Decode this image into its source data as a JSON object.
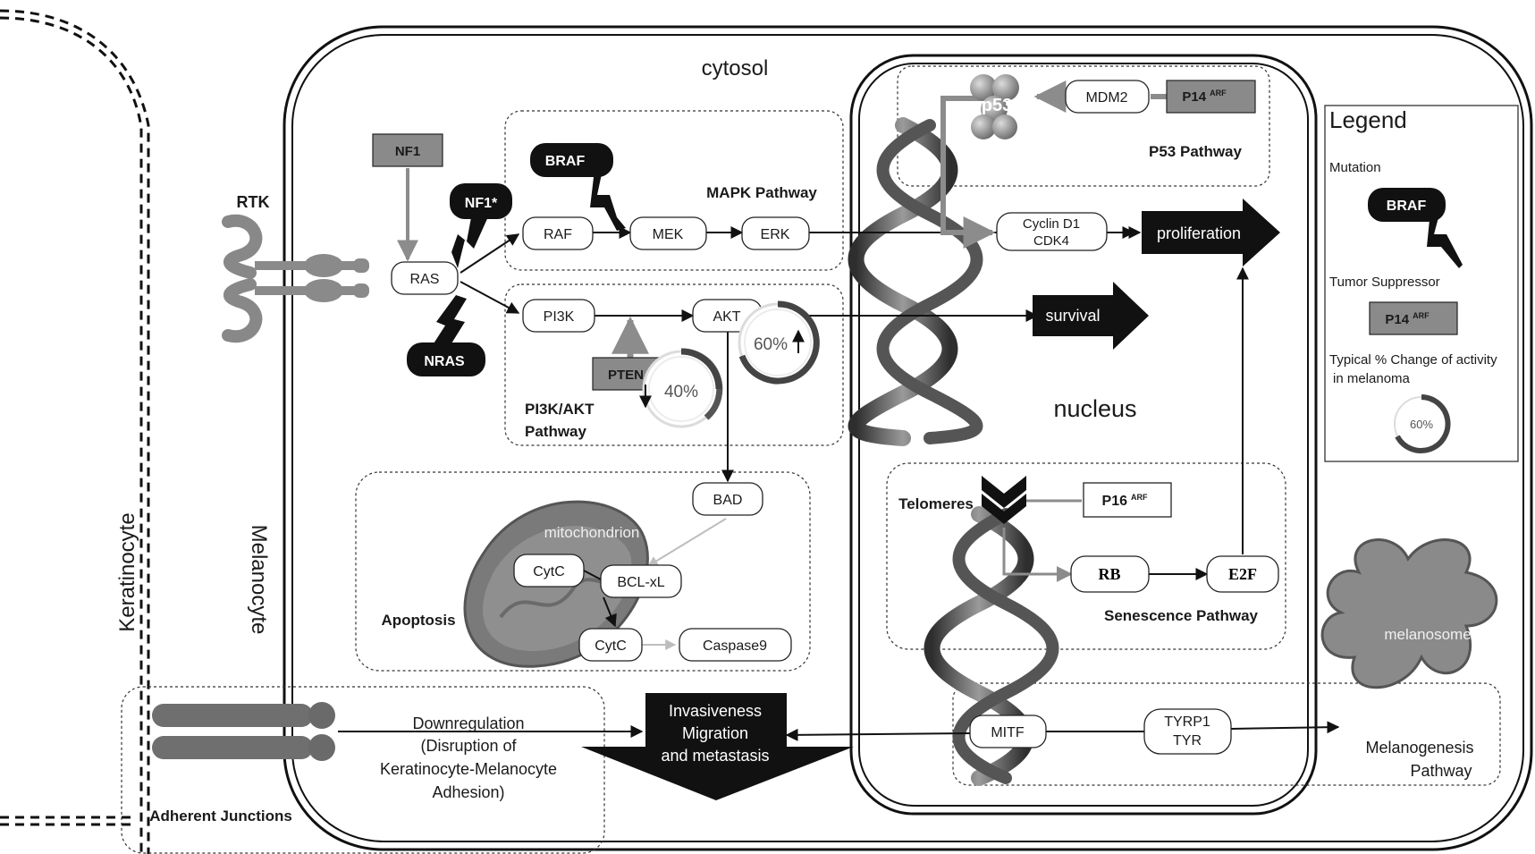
{
  "compartments": {
    "cytosol": "cytosol",
    "nucleus": "nucleus",
    "melanocyte": "Melanocyte",
    "keratinocyte": "Keratinocyte",
    "mitochondrion": "mitochondrion",
    "melanosome": "melanosome"
  },
  "pathways": {
    "mapk": "MAPK Pathway",
    "pi3k_line1": "PI3K/AKT",
    "pi3k_line2": "Pathway",
    "p53": "P53 Pathway",
    "apoptosis": "Apoptosis",
    "senescence": "Senescence Pathway",
    "melanogenesis_line1": "Melanogenesis",
    "melanogenesis_line2": "Pathway",
    "adherent": "Adherent Junctions",
    "telomeres": "Telomeres"
  },
  "nodes": {
    "rtk": "RTK",
    "nf1": "NF1",
    "nf1_mut": "NF1*",
    "ras": "RAS",
    "nras": "NRAS",
    "braf": "BRAF",
    "raf": "RAF",
    "mek": "MEK",
    "erk": "ERK",
    "pi3k": "PI3K",
    "akt": "AKT",
    "pten": "PTEN",
    "bad": "BAD",
    "cytc1": "CytC",
    "bclxl": "BCL-xL",
    "cytc2": "CytC",
    "caspase9": "Caspase9",
    "p53": "p53",
    "mdm2": "MDM2",
    "p14": "P14",
    "p14_sup": "ARF",
    "cyclin_line1": "Cyclin D1",
    "cyclin_line2": "CDK4",
    "p16": "P16",
    "p16_sup": "ARF",
    "rb": "RB",
    "e2f": "E2F",
    "mitf": "MITF",
    "tyr_line1": "TYRP1",
    "tyr_line2": "TYR"
  },
  "outcomes": {
    "proliferation": "proliferation",
    "survival": "survival",
    "invasive_line1": "Invasiveness",
    "invasive_line2": "Migration",
    "invasive_line3": "and metastasis"
  },
  "annotations": {
    "pten_change": "40%",
    "akt_change": "60%",
    "down_line1": "Downregulation",
    "down_line2": "(Disruption of",
    "down_line3": "Keratinocyte-Melanocyte",
    "down_line4": "Adhesion)"
  },
  "legend": {
    "title": "Legend",
    "mutation": "Mutation",
    "mutation_example": "BRAF",
    "tumor_suppressor": "Tumor Suppressor",
    "suppressor_example": "P14",
    "suppressor_sup": "ARF",
    "activity_line1": "Typical % Change of activity",
    "activity_line2": "in melanoma",
    "activity_example": "60%"
  },
  "colors": {
    "mutation_fill": "#111111",
    "suppressor_fill": "#8a8a8a",
    "inhibit_arrow": "#8c8c8c",
    "outline": "#1a1a1a"
  }
}
